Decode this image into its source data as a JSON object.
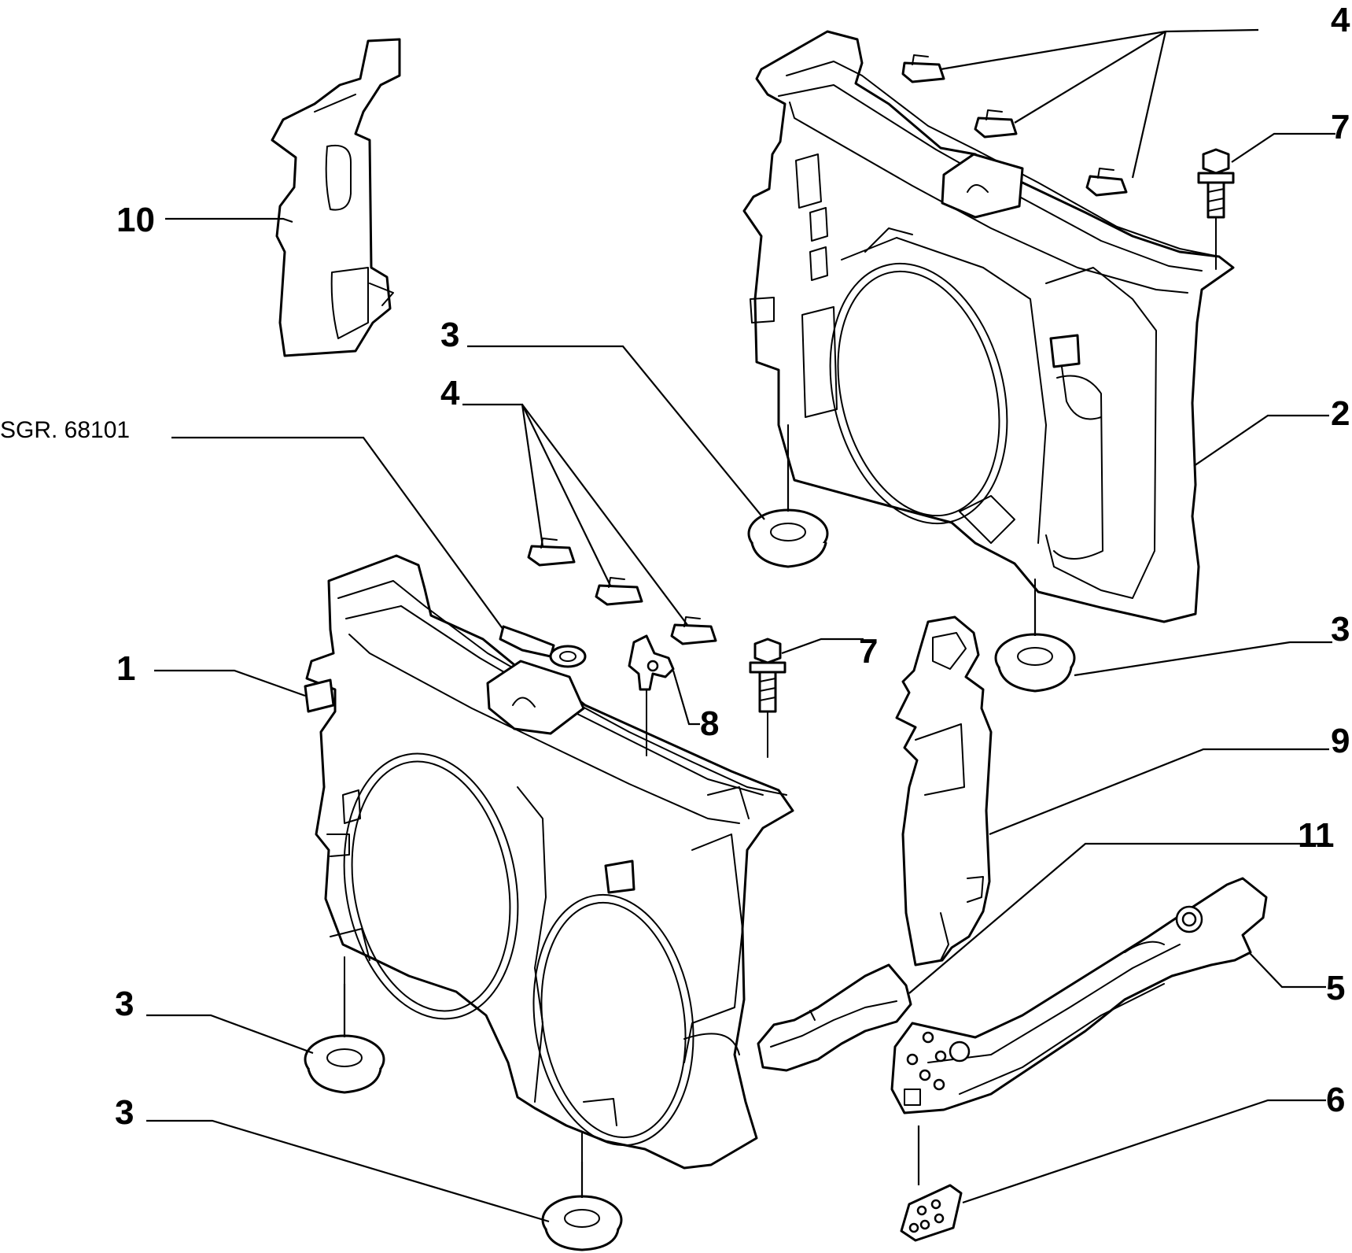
{
  "callouts": {
    "c1": "1",
    "c2": "2",
    "c3a": "3",
    "c3b": "3",
    "c3c": "3",
    "c3d": "3",
    "c4a": "4",
    "c4b": "4",
    "c5": "5",
    "c6": "6",
    "c7a": "7",
    "c7b": "7",
    "c8": "8",
    "c9": "9",
    "c10": "10",
    "c11": "11"
  },
  "reference": "SGR. 68101",
  "colors": {
    "line": "#000000",
    "background": "#ffffff"
  }
}
